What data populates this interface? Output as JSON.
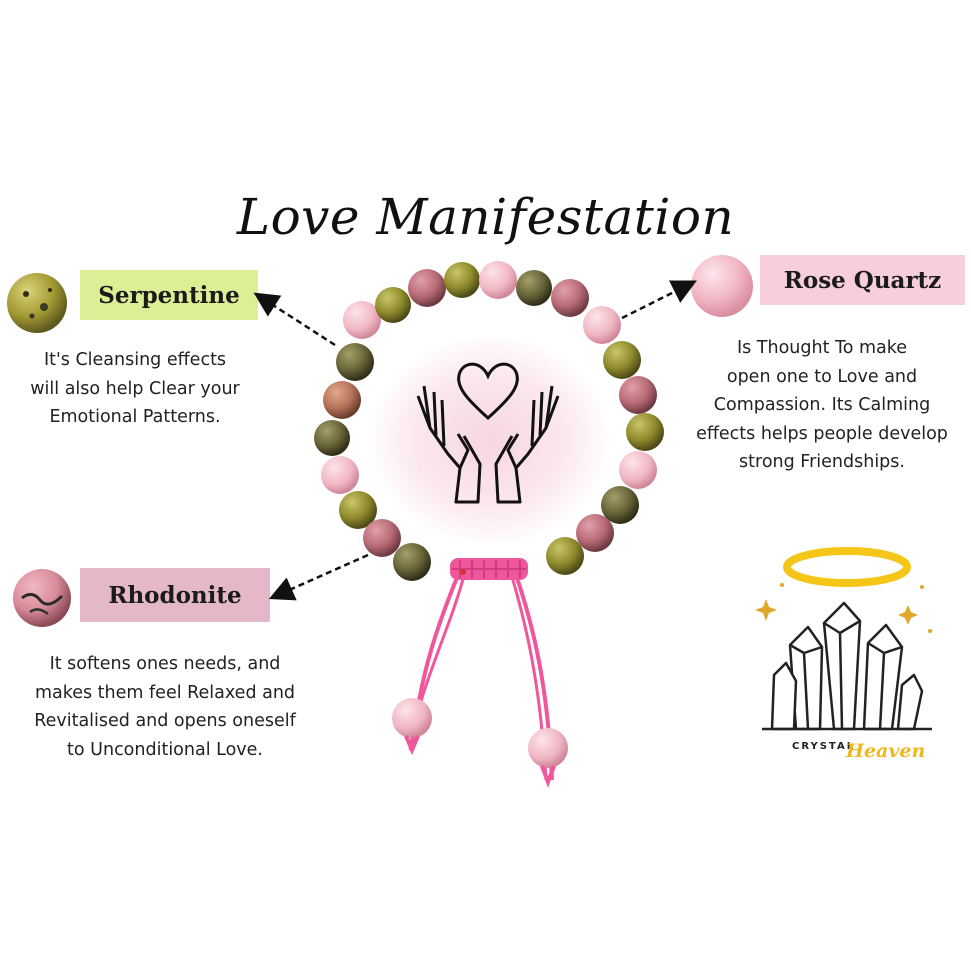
{
  "title": "Love Manifestation",
  "stones": {
    "serpentine": {
      "name": "Serpentine",
      "description": "It's Cleansing effects\nwill also help Clear your\nEmotional Patterns.",
      "label_color": "#dcef95",
      "bead_color": "#a9a23a"
    },
    "rose_quartz": {
      "name": "Rose Quartz",
      "description": "Is Thought To make\nopen one to Love and\nCompassion. Its Calming\neffects helps people develop\nstrong Friendships.",
      "label_color": "#f6cfda",
      "bead_color": "#f2b8c6"
    },
    "rhodonite": {
      "name": "Rhodonite",
      "description": "It softens ones needs, and\nmakes them feel Relaxed and\nRevitalised and opens oneself\nto Unconditional Love.",
      "label_color": "#e4b8c8",
      "bead_color": "#c98090"
    }
  },
  "brand": {
    "word1": "CRYSTAL",
    "word2": "Heaven",
    "halo_color": "#f5c518"
  },
  "icons": [
    "heart-hands-icon",
    "crystal-cluster-icon",
    "halo-icon",
    "sparkle-icon"
  ],
  "cord_color": "#f0569c"
}
